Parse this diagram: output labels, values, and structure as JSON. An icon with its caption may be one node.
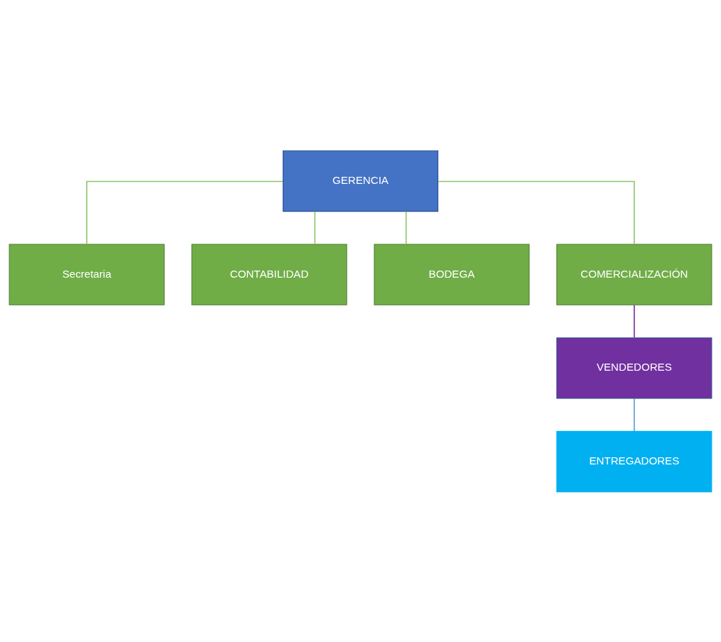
{
  "diagram": {
    "nodes": [
      {
        "text": [
          "GERENCIA"
        ]
      },
      {
        "text": [
          "Secretaria"
        ]
      },
      {
        "text": [
          "CONTABILIDAD"
        ]
      },
      {
        "text": [
          "BODEGA"
        ]
      },
      {
        "text": [
          "COMERCIALIZACIÓN"
        ]
      },
      {
        "text": [
          "VENDEDORES"
        ]
      },
      {
        "text": [
          "ENTREGADORES"
        ]
      }
    ],
    "edges": [
      {
        "from": 0,
        "to": 1,
        "arrow": "none"
      },
      {
        "from": 0,
        "to": 2,
        "arrow": "none"
      },
      {
        "from": 0,
        "to": 3,
        "arrow": "none"
      },
      {
        "from": 0,
        "to": 4,
        "arrow": "none"
      },
      {
        "from": 4,
        "to": 5,
        "arrow": "none",
        "color": "#7030a0"
      },
      {
        "from": 5,
        "to": 6,
        "arrow": "none",
        "color": "#5b9bd5"
      }
    ]
  }
}
